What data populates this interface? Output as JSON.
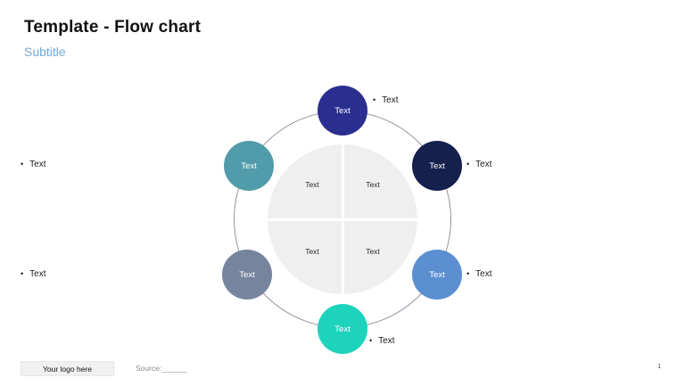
{
  "header": {
    "title": "Template - Flow chart",
    "subtitle": "Subtitle",
    "subtitle_color": "#74A7DB"
  },
  "diagram": {
    "ring_color": "#9C90A2",
    "center": {
      "fill": "#EFEFEF",
      "labels": [
        "Text",
        "Text",
        "Text",
        "Text"
      ]
    },
    "nodes": [
      {
        "position": "top",
        "label": "Text",
        "color": "#2A2F8F"
      },
      {
        "position": "upper-right",
        "label": "Text",
        "color": "#15204D"
      },
      {
        "position": "lower-right",
        "label": "Text",
        "color": "#5B8FD1"
      },
      {
        "position": "bottom",
        "label": "Text",
        "color": "#1DD3BC"
      },
      {
        "position": "lower-left",
        "label": "Text",
        "color": "#76849E"
      },
      {
        "position": "upper-left",
        "label": "Text",
        "color": "#519CAA"
      }
    ],
    "bullets": [
      {
        "position": "top-right",
        "marker": "•",
        "label": "Text"
      },
      {
        "position": "right-upper",
        "marker": "•",
        "label": "Text"
      },
      {
        "position": "right-lower",
        "marker": "•",
        "label": "Text"
      },
      {
        "position": "bottom",
        "marker": "•",
        "label": "Text"
      },
      {
        "position": "left-upper",
        "marker": "•",
        "label": "Text"
      },
      {
        "position": "left-lower",
        "marker": "•",
        "label": "Text"
      }
    ]
  },
  "footer": {
    "logo_label": "Your logo here",
    "source_label": "Source:______",
    "page_number": "1"
  }
}
